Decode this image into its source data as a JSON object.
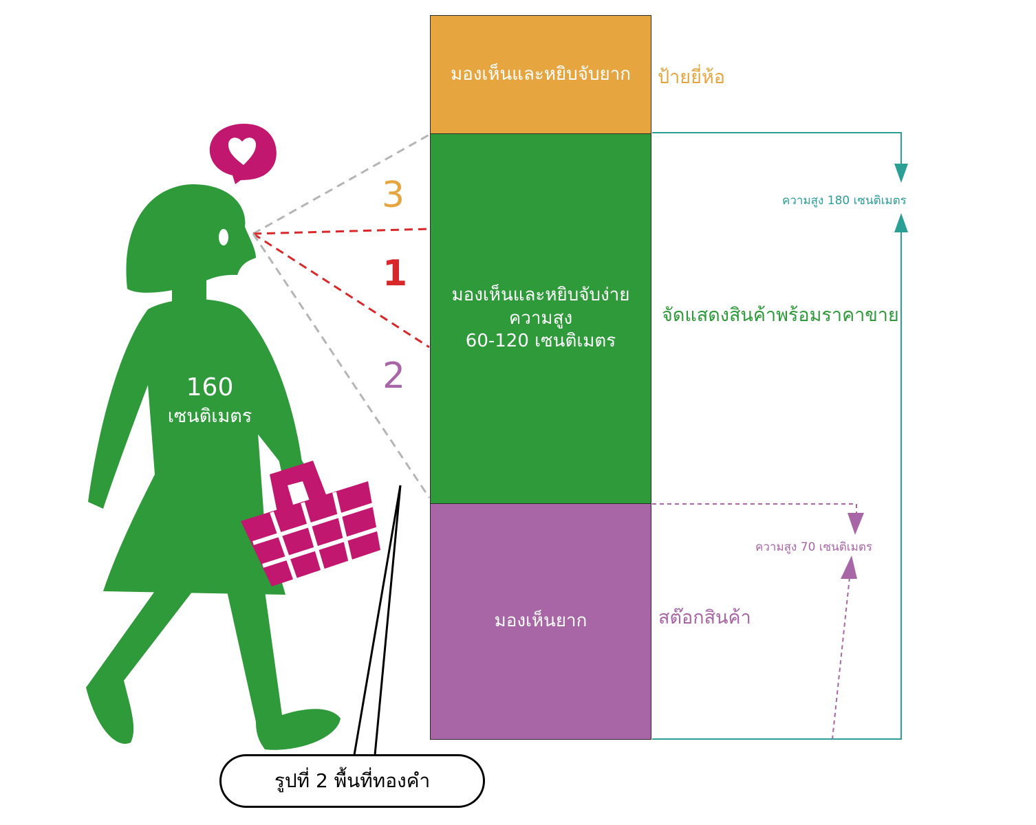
{
  "colors": {
    "top_zone": "#E6A53F",
    "middle_zone": "#2E9A3A",
    "bottom_zone": "#A866A6",
    "person": "#2E9A3A",
    "accent": "#C2176E",
    "dimension_teal": "#2B9E96",
    "dimension_purple": "#A866A6",
    "sight_red": "#D8282A",
    "sight_gray": "#B5B5B5",
    "num1": "#D8282A",
    "num2": "#A866A6",
    "num3": "#E6A53F"
  },
  "zones": {
    "top_text": "มองเห็นและหยิบจับยาก",
    "middle_line1": "มองเห็นและหยิบจับง่าย",
    "middle_line2": "ความสูง",
    "middle_line3": "60-120 เซนติเมตร",
    "bottom_text": "มองเห็นยาก"
  },
  "side_labels": {
    "top": "ป้ายยี่ห้อ",
    "middle": "จัดแสดงสินค้าพร้อมราคาขาย",
    "bottom": "สต๊อกสินค้า"
  },
  "numbers": {
    "n3": "3",
    "n1": "1",
    "n2": "2"
  },
  "person": {
    "height_value": "160",
    "height_unit": "เซนติเมตร",
    "icons": [
      "heart-speech-bubble-icon",
      "shopping-basket-icon"
    ]
  },
  "dimensions": {
    "total": "ความสูง 180 เซนติเมตร",
    "lower": "ความสูง 70 เซนติเมตร"
  },
  "caption": "รูปที่ 2 พื้นที่ทองคำ"
}
